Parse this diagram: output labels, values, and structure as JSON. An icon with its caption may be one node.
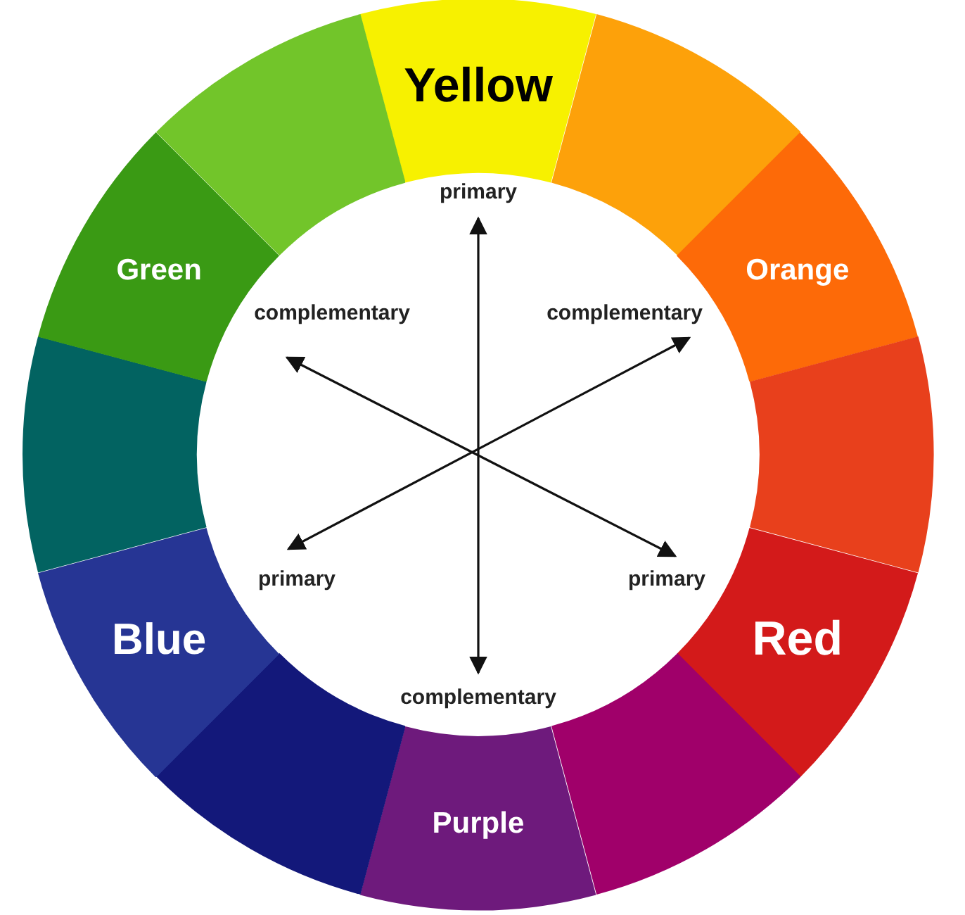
{
  "diagram": {
    "nodes": [
      {
        "text": [
          "Yellow"
        ]
      },
      {
        "text": [],
        "shape": "wedge"
      },
      {
        "text": [
          "Orange"
        ]
      },
      {
        "text": [],
        "shape": "wedge"
      },
      {
        "text": [
          "Red"
        ]
      },
      {
        "text": [],
        "shape": "wedge"
      },
      {
        "text": [
          "Purple"
        ]
      },
      {
        "text": [],
        "shape": "wedge"
      },
      {
        "text": [
          "Blue"
        ]
      },
      {
        "text": [],
        "shape": "wedge"
      },
      {
        "text": [
          "Green"
        ]
      },
      {
        "text": [],
        "shape": "wedge"
      },
      {
        "text": [
          "primary"
        ]
      },
      {
        "text": [
          "complementary"
        ]
      },
      {
        "text": [
          "complementary"
        ]
      },
      {
        "text": [
          "primary"
        ]
      },
      {
        "text": [
          "primary"
        ]
      },
      {
        "text": [
          "complementary"
        ]
      }
    ],
    "edges": [
      {
        "from": 12,
        "to": 17,
        "arrow": "both"
      },
      {
        "from": 13,
        "to": 16,
        "arrow": "both"
      },
      {
        "from": 14,
        "to": 15,
        "arrow": "both"
      }
    ]
  }
}
